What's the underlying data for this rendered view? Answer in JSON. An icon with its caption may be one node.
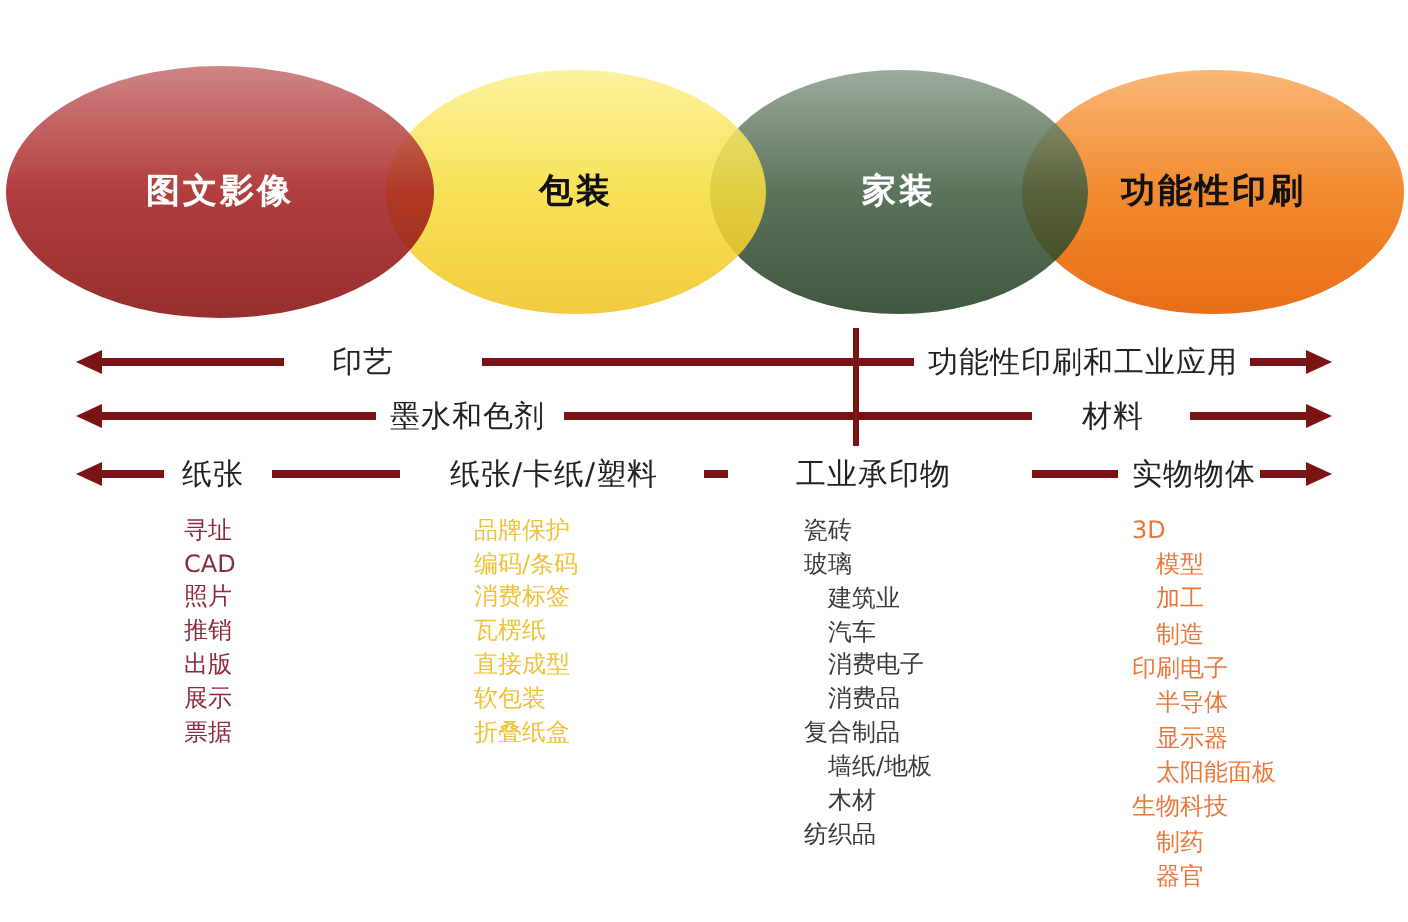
{
  "diagram": {
    "nodes": [
      {
        "text": [
          "图文影像"
        ]
      },
      {
        "text": [
          "包装"
        ]
      },
      {
        "text": [
          "家装"
        ]
      },
      {
        "text": [
          "功能性印刷"
        ]
      }
    ],
    "labels": [
      "印艺",
      "功能性印刷和工业应用",
      "墨水和色剂",
      "材料",
      "纸张",
      "纸张/卡纸/塑料",
      "工业承印物",
      "实物物体",
      "寻址",
      "CAD",
      "照片",
      "推销",
      "出版",
      "展示",
      "票据",
      "品牌保护",
      "编码/条码",
      "消费标签",
      "瓦楞纸",
      "直接成型",
      "软包装",
      "折叠纸盒",
      "瓷砖",
      "玻璃",
      "建筑业",
      "汽车",
      "消费电子",
      "消费品",
      "复合制品",
      "墙纸/地板",
      "木材",
      "纺织品",
      "3D",
      "模型",
      "加工",
      "制造",
      "印刷电子",
      "半导体",
      "显示器",
      "太阳能面板",
      "生物科技",
      "制药",
      "器官"
    ]
  }
}
